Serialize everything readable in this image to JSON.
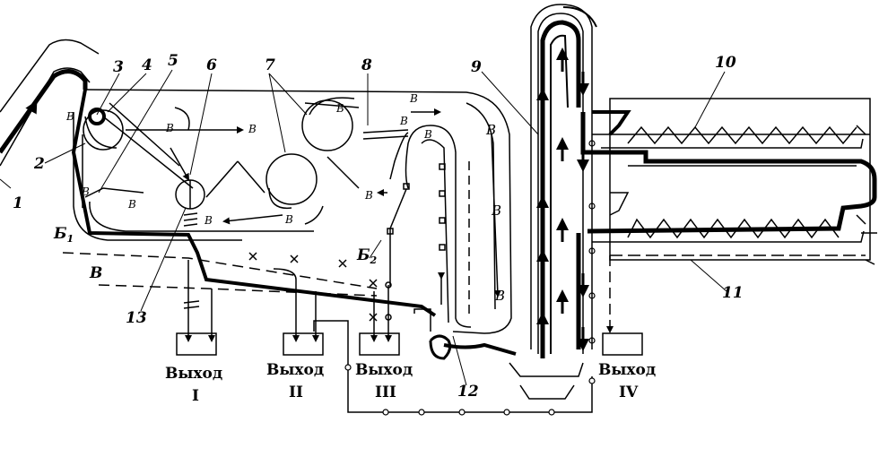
{
  "callouts": {
    "c1": "1",
    "c2": "2",
    "c3": "3",
    "c4": "4",
    "c5": "5",
    "c6": "6",
    "c7": "7",
    "c8": "8",
    "c9": "9",
    "c10": "10",
    "c11": "11",
    "c12": "12",
    "c13": "13"
  },
  "channels": {
    "b1": "Б",
    "b1_sub": "1",
    "b2": "Б",
    "b2_sub": "2",
    "v_left": "В"
  },
  "flow_label": "В",
  "outlets": [
    {
      "label": "Выход",
      "numeral": "I"
    },
    {
      "label": "Выход",
      "numeral": "II"
    },
    {
      "label": "Выход",
      "numeral": "III"
    },
    {
      "label": "Выход",
      "numeral": "IV"
    }
  ]
}
